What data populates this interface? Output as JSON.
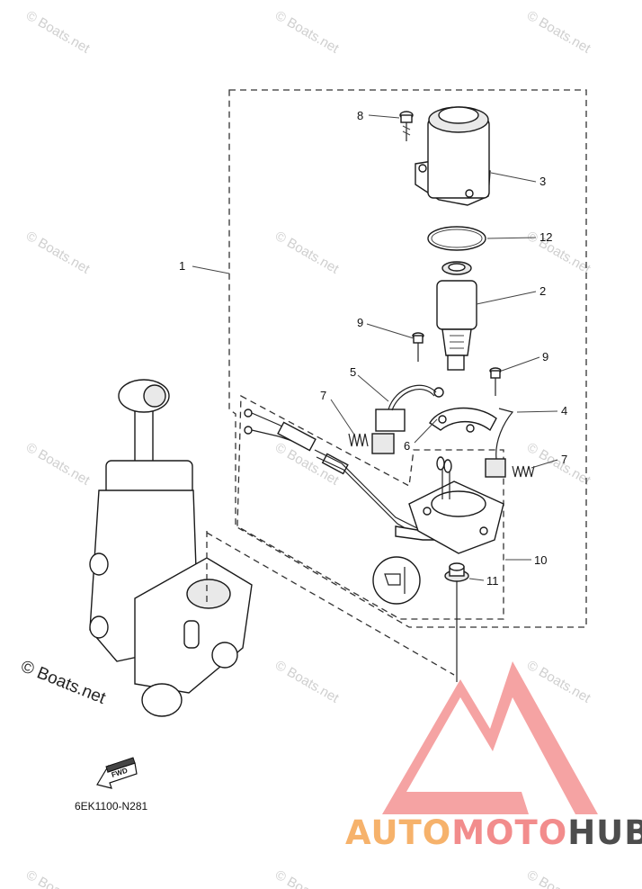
{
  "callouts": {
    "c1": "1",
    "c2": "2",
    "c3": "3",
    "c4": "4",
    "c5": "5",
    "c6": "6",
    "c7a": "7",
    "c7b": "7",
    "c8": "8",
    "c9a": "9",
    "c9b": "9",
    "c10": "10",
    "c11": "11",
    "c12": "12"
  },
  "watermarks": {
    "small": "© Boats.net",
    "large": "© Boats.net"
  },
  "fwd_label": "FWD",
  "diagram_code": "6EK1100-N281",
  "brand": {
    "part1": "AUTO",
    "part2": "MOTO",
    "part3": "HUB",
    "color1": "#f6b26b",
    "color2": "#f28c8c",
    "color3": "#4d4d4d",
    "logo_color": "#f28c8c"
  }
}
